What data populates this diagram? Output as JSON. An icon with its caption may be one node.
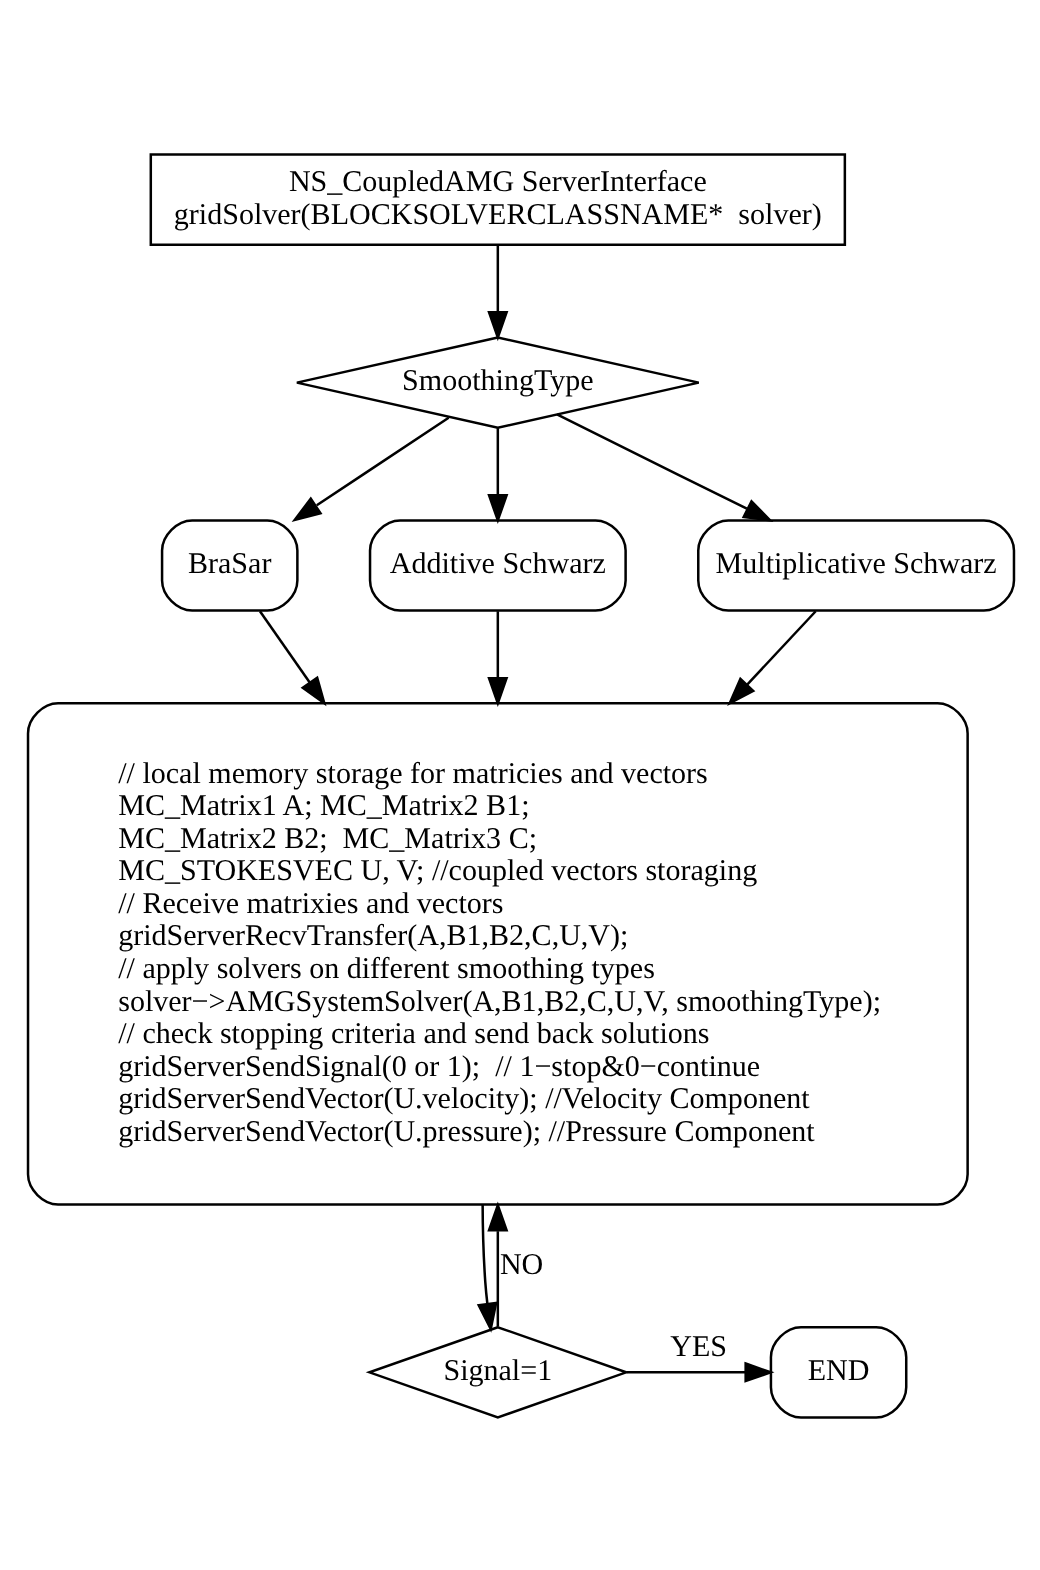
{
  "diagram": {
    "nodes": [
      {
        "text": [
          "NS_CoupledAMG ServerInterface",
          "gridSolver(BLOCKSOLVERCLASSNAME*  solver)"
        ]
      },
      {
        "text": [
          "SmoothingType"
        ]
      },
      {
        "text": [
          "BraSar"
        ]
      },
      {
        "text": [
          "Additive Schwarz"
        ]
      },
      {
        "text": [
          "Multiplicative Schwarz"
        ]
      },
      {
        "text": [
          "// local memory storage for matricies and vectors",
          "MC_Matrix1 A; MC_Matrix2 B1;",
          "MC_Matrix2 B2;  MC_Matrix3 C;",
          "MC_STOKESVEC U, V; //coupled vectors storaging",
          "// Receive matrixies and vectors",
          "gridServerRecvTransfer(A,B1,B2,C,U,V);",
          "// apply solvers on different smoothing types",
          "solver−>AMGSystemSolver(A,B1,B2,C,U,V, smoothingType);",
          "// check stopping criteria and send back solutions",
          "gridServerSendSignal(0 or 1);  // 1−stop&0−continue",
          "gridServerSendVector(U.velocity); //Velocity Component",
          "gridServerSendVector(U.pressure); //Pressure Component"
        ]
      },
      {
        "text": [
          "Signal=1"
        ]
      },
      {
        "text": [
          "END"
        ]
      }
    ],
    "edges": [
      {
        "from": 0,
        "to": 1,
        "arrow": "to"
      },
      {
        "from": 1,
        "to": 2,
        "arrow": "to"
      },
      {
        "from": 1,
        "to": 3,
        "arrow": "to"
      },
      {
        "from": 1,
        "to": 4,
        "arrow": "to"
      },
      {
        "from": 2,
        "to": 5,
        "arrow": "to"
      },
      {
        "from": 3,
        "to": 5,
        "arrow": "to"
      },
      {
        "from": 4,
        "to": 5,
        "arrow": "to"
      },
      {
        "from": 5,
        "to": 6,
        "arrow": "to"
      },
      {
        "from": 6,
        "to": 7,
        "arrow": "to",
        "label": "YES"
      },
      {
        "from": 6,
        "to": 5,
        "arrow": "to",
        "label": "NO"
      }
    ]
  }
}
